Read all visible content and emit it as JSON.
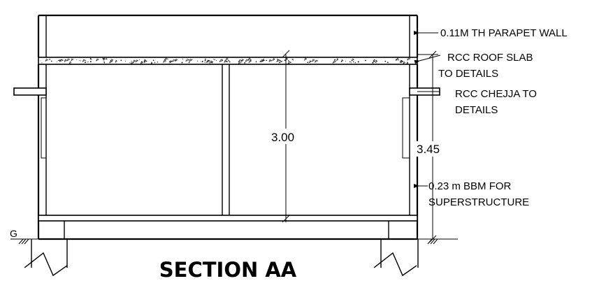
{
  "drawing": {
    "title": "SECTION AA",
    "ground_mark": "G",
    "dimensions": {
      "clear_height": "3.00",
      "overall_height": "3.45"
    },
    "annotations": {
      "parapet": "0.11M TH PARAPET WALL",
      "roof_slab_line1": "RCC ROOF SLAB",
      "roof_slab_line2": "TO DETAILS",
      "chejja_line1": "RCC CHEJJA TO",
      "chejja_line2": "DETAILS",
      "bbm_line1": "0.23 m BBM FOR",
      "bbm_line2": "SUPERSTRUCTURE"
    }
  }
}
